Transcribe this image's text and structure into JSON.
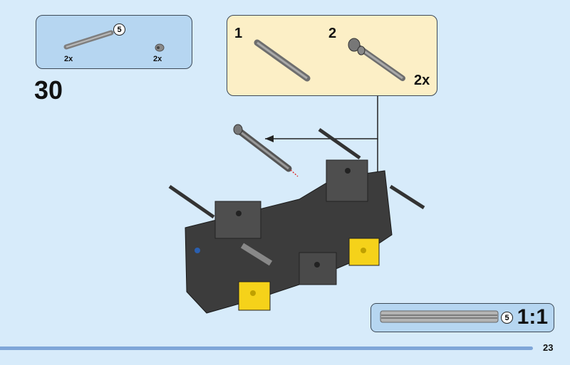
{
  "parts_list": {
    "items": [
      {
        "name": "axle",
        "length_badge": "5",
        "quantity": "2x"
      },
      {
        "name": "bush",
        "quantity": "2x"
      }
    ]
  },
  "step_number": "30",
  "callout": {
    "substeps": [
      {
        "number": "1"
      },
      {
        "number": "2",
        "quantity": "2x"
      }
    ]
  },
  "scale_reference": {
    "length_badge": "5",
    "ratio": "1:1"
  },
  "page_number": "23",
  "colors": {
    "background": "#d7ebfa",
    "parts_box": "#b6d6f1",
    "callout": "#fcefc6",
    "progress_bar": "#7fa6d8",
    "yellow_part": "#f5d21a"
  }
}
